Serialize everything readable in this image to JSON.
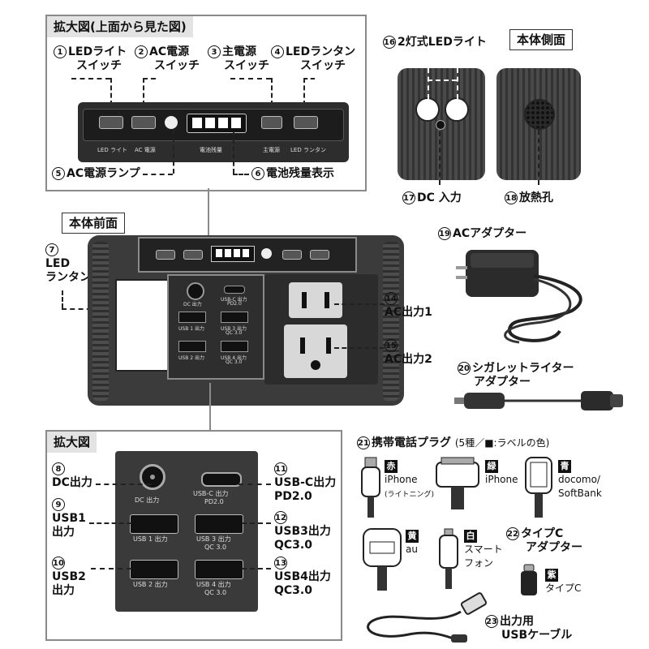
{
  "top_panel": {
    "title": "拡大図(上面から見た図)",
    "labels": [
      {
        "num": "1",
        "line1": "LEDライト",
        "line2": "スイッチ"
      },
      {
        "num": "2",
        "line1": "AC電源",
        "line2": "スイッチ"
      },
      {
        "num": "3",
        "line1": "主電源",
        "line2": "スイッチ"
      },
      {
        "num": "4",
        "line1": "LEDランタン",
        "line2": "スイッチ"
      }
    ],
    "strip_labels": [
      "LED ライト",
      "AC 電源",
      "電池残量",
      "主電源",
      "LED ランタン"
    ],
    "bottom_labels": [
      {
        "num": "5",
        "text": "AC電源ランプ"
      },
      {
        "num": "6",
        "text": "電池残量表示"
      }
    ]
  },
  "side": {
    "title": "本体側面",
    "led_light": {
      "num": "16",
      "text": "2灯式LEDライト"
    },
    "dc_in": {
      "num": "17",
      "text": "DC 入力"
    },
    "vent": {
      "num": "18",
      "text": "放熱孔"
    }
  },
  "front": {
    "title": "本体前面",
    "lantern": {
      "num": "7",
      "line1": "LED",
      "line2": "ランタン"
    },
    "ac1": {
      "num": "14",
      "text": "AC出力1"
    },
    "ac2": {
      "num": "15",
      "text": "AC出力2"
    },
    "port_labels": [
      "DC 出力",
      "USB-C 出力",
      "PD2.0",
      "USB 1 出力",
      "USB 3 出力",
      "QC 3.0",
      "USB 2 出力",
      "USB 4 出力",
      "QC 3.0"
    ]
  },
  "accessories": {
    "ac_adapter": {
      "num": "19",
      "text": "ACアダプター"
    },
    "cigarette": {
      "num": "20",
      "line1": "シガレットライター",
      "line2": "アダプター"
    },
    "phone_plugs": {
      "num": "21",
      "title": "携帯電話プラグ",
      "note": "(5種／■:ラベルの色)"
    },
    "plugs": [
      {
        "badge": "赤",
        "line1": "iPhone",
        "line2": "(ライトニング)"
      },
      {
        "badge": "緑",
        "line1": "iPhone",
        "line2": ""
      },
      {
        "badge": "青",
        "line1": "docomo/",
        "line2": "SoftBank"
      },
      {
        "badge": "黄",
        "line1": "au",
        "line2": ""
      },
      {
        "badge": "白",
        "line1": "スマート",
        "line2": "フォン"
      }
    ],
    "typec": {
      "num": "22",
      "line1": "タイプC",
      "line2": "アダプター",
      "badge": "紫",
      "label": "タイプC"
    },
    "usb_cable": {
      "num": "23",
      "line1": "出力用",
      "line2": "USBケーブル"
    }
  },
  "zoom_panel": {
    "title": "拡大図",
    "left": [
      {
        "num": "8",
        "line1": "DC出力",
        "line2": ""
      },
      {
        "num": "9",
        "line1": "USB1",
        "line2": "出力"
      },
      {
        "num": "10",
        "line1": "USB2",
        "line2": "出力"
      }
    ],
    "right": [
      {
        "num": "11",
        "line1": "USB-C出力",
        "line2": "PD2.0"
      },
      {
        "num": "12",
        "line1": "USB3出力",
        "line2": "QC3.0"
      },
      {
        "num": "13",
        "line1": "USB4出力",
        "line2": "QC3.0"
      }
    ],
    "ports": {
      "dc": "DC 出力",
      "usbc": "USB-C 出力",
      "usbc_sub": "PD2.0",
      "usb1": "USB 1 出力",
      "usb3": "USB 3 出力",
      "usb3_sub": "QC 3.0",
      "usb2": "USB 2 出力",
      "usb4": "USB 4 出力",
      "usb4_sub": "QC 3.0"
    }
  }
}
